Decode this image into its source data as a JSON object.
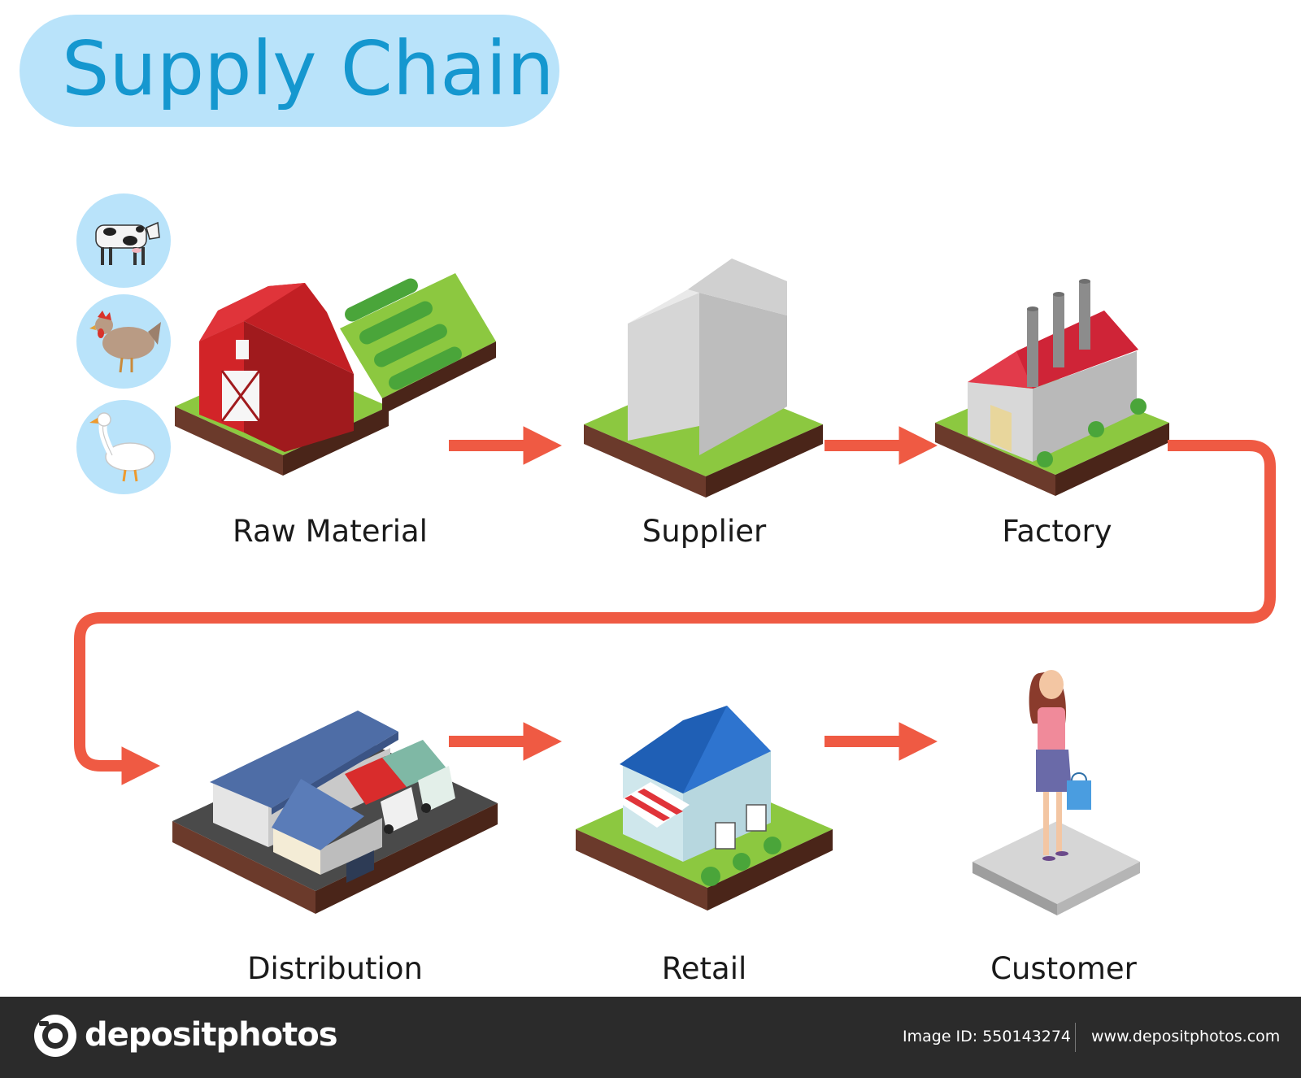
{
  "title": "Supply Chain",
  "stages": [
    {
      "label": "Raw Material"
    },
    {
      "label": "Supplier"
    },
    {
      "label": "Factory"
    },
    {
      "label": "Distribution"
    },
    {
      "label": "Retail"
    },
    {
      "label": "Customer"
    }
  ],
  "raw_material_animals": [
    "cow-icon",
    "chicken-icon",
    "goose-icon"
  ],
  "colors": {
    "title_pill": "#b9e3fa",
    "title_text": "#1597cf",
    "arrow": "#ef5a43",
    "footer": "#2b2b2b"
  },
  "footer": {
    "brand": "depositphotos",
    "image_id": "Image ID: 550143274",
    "site": "www.depositphotos.com"
  }
}
